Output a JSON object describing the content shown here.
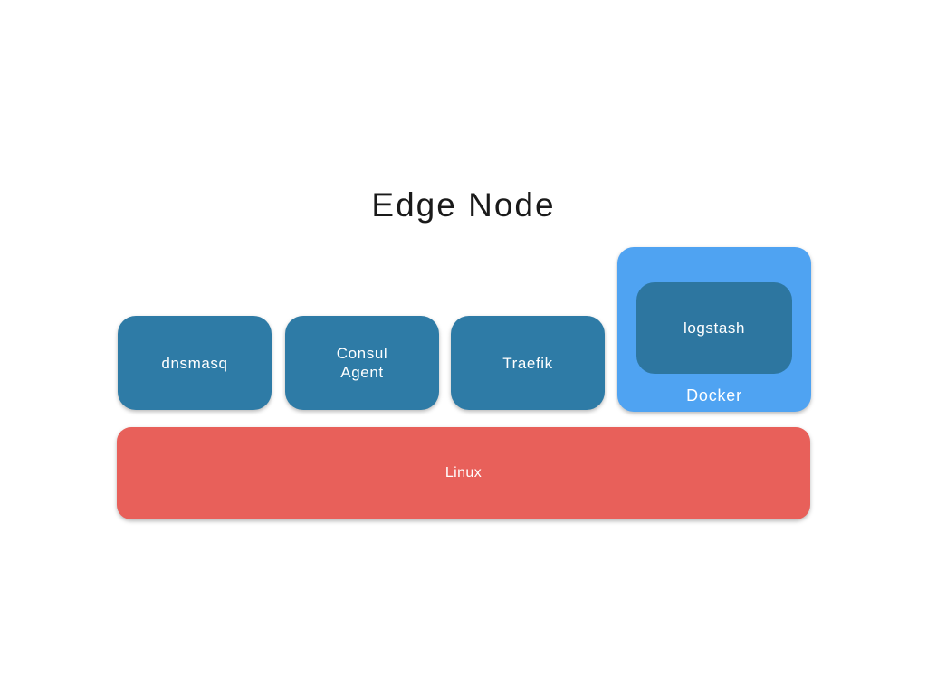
{
  "title": "Edge Node",
  "colors": {
    "title_text": "#1A1A1A",
    "label_text": "#FFFFFF",
    "service_box": "#2E7BA6",
    "logstash_box": "#2D76A0",
    "docker_container": "#4FA3F2",
    "linux_bar": "#E8605A"
  },
  "services": [
    {
      "label": "dnsmasq"
    },
    {
      "label": "Consul Agent",
      "lines": [
        "Consul",
        "Agent"
      ]
    },
    {
      "label": "Traefik"
    }
  ],
  "docker": {
    "label": "Docker",
    "children": [
      {
        "label": "logstash"
      }
    ]
  },
  "platform": {
    "label": "Linux"
  }
}
